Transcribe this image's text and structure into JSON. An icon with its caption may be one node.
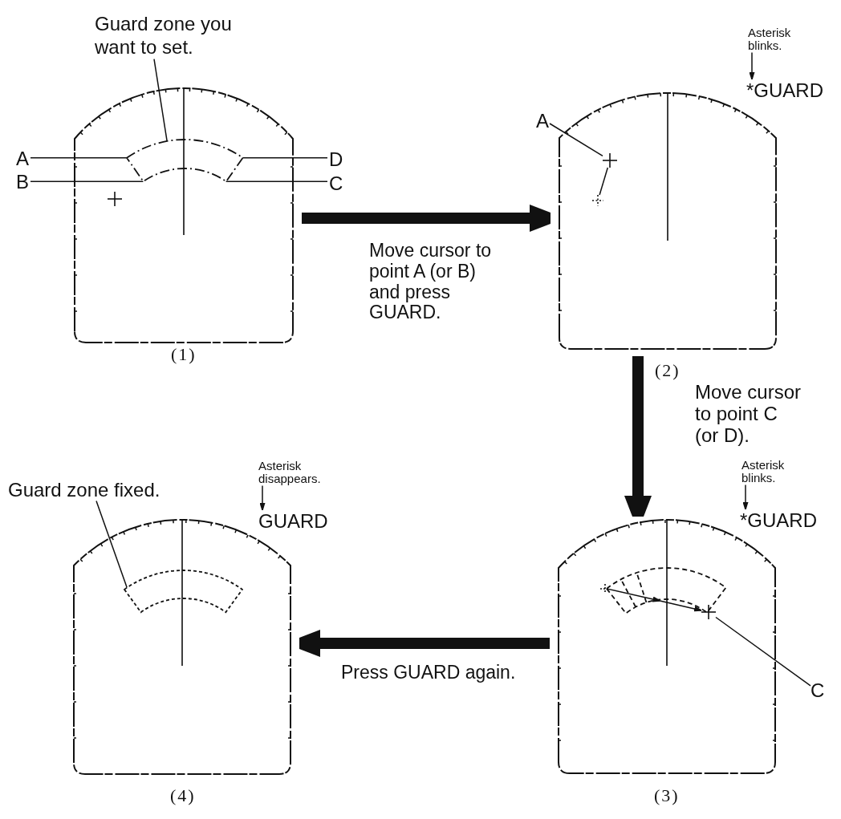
{
  "diagram": {
    "nodes": [
      {
        "text": [
          "Guard zone you want to set."
        ]
      },
      {
        "text": [],
        "shape": "picture",
        "beside": [
          "(1)"
        ]
      },
      {
        "text": [],
        "shape": "sector",
        "in": 1
      },
      {
        "text": [
          "A"
        ]
      },
      {
        "text": [
          "D"
        ]
      },
      {
        "text": [
          "B"
        ]
      },
      {
        "text": [
          "C"
        ]
      },
      {
        "text": [
          "Asterisk blinks."
        ]
      },
      {
        "text": [
          "*GUARD"
        ]
      },
      {
        "text": [
          "A"
        ]
      },
      {
        "text": [],
        "shape": "picture",
        "beside": [
          "(2)"
        ]
      },
      {
        "text": [],
        "shape": "cross",
        "in": 10
      },
      {
        "text": [],
        "shape": "cross",
        "in": 10
      },
      {
        "text": [
          "Guard zone fixed."
        ]
      },
      {
        "text": [
          "Asterisk disappears."
        ]
      },
      {
        "text": [
          "GUARD"
        ]
      },
      {
        "text": [],
        "shape": "picture",
        "beside": [
          "(4)"
        ]
      },
      {
        "text": [],
        "shape": "sector",
        "in": 16
      },
      {
        "text": [
          "Asterisk blinks."
        ]
      },
      {
        "text": [
          "*GUARD"
        ]
      },
      {
        "text": [],
        "shape": "picture",
        "beside": [
          "(3)"
        ]
      },
      {
        "text": [],
        "shape": "sector",
        "in": 20
      },
      {
        "text": [],
        "shape": "cross",
        "in": 20
      },
      {
        "text": [
          "C"
        ]
      }
    ],
    "edges": [
      {
        "from": 0,
        "to": 2,
        "arrow": "none"
      },
      {
        "from": 3,
        "to": 2,
        "arrow": "none"
      },
      {
        "from": 4,
        "to": 2,
        "arrow": "none"
      },
      {
        "from": 5,
        "to": 2,
        "arrow": "none"
      },
      {
        "from": 6,
        "to": 2,
        "arrow": "none"
      },
      {
        "from": 1,
        "to": 10,
        "arrow": "to",
        "label": "Move cursor to point A (or B) and press GUARD.",
        "style": "thick"
      },
      {
        "from": 7,
        "to": 8,
        "arrow": "to"
      },
      {
        "from": 9,
        "to": 11,
        "arrow": "none"
      },
      {
        "from": 12,
        "to": 11,
        "arrow": "none"
      },
      {
        "from": 10,
        "to": 20,
        "arrow": "to",
        "label": "Move cursor to point C (or D).",
        "style": "thick"
      },
      {
        "from": 13,
        "to": 17,
        "arrow": "none"
      },
      {
        "from": 14,
        "to": 15,
        "arrow": "to"
      },
      {
        "from": 18,
        "to": 19,
        "arrow": "to"
      },
      {
        "from": 21,
        "to": 22,
        "arrow": "to"
      },
      {
        "from": 23,
        "to": 22,
        "arrow": "none"
      },
      {
        "from": 20,
        "to": 16,
        "arrow": "to",
        "label": "Press GUARD again.",
        "style": "thick"
      }
    ]
  }
}
